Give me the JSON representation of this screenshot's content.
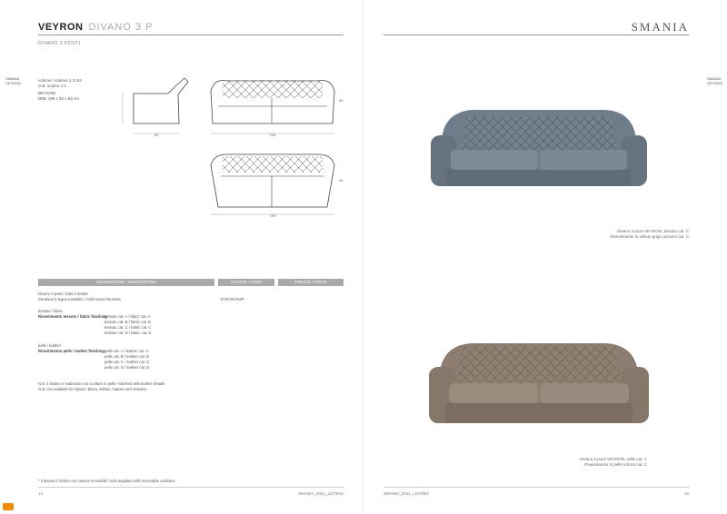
{
  "left": {
    "title": "VEYRON",
    "title_suffix": "DIVANO 3 P",
    "subtitle": "DIVANO 3 POSTI",
    "side_label": [
      "SMANIA",
      "VEYRON"
    ],
    "spec_lines": [
      "volume / volume 1.2 m3",
      "cod. ricamo V.1",
      "BEYOND",
      "DIM. 199 x 93 x 83 cm"
    ],
    "dims": {
      "depth": "93",
      "width": "199",
      "height": "83"
    },
    "table": {
      "headers": [
        "DESCRIZIONE / DESCRIPTION",
        "CODICE / CODE",
        "PREZZO / PRICE"
      ],
      "rows": [
        {
          "label": "Divano 3 posti / Sofa 3 seater",
          "desc": "Struttura in legno massello / Solid wood structure",
          "code": "DVEYRON3P"
        },
        {
          "label": "tessuto / fabric",
          "desc": "Rivestimento tessuto / fabric finishing",
          "code": ""
        },
        {
          "label": "pelle / leather",
          "desc": "Rivestimento pelle / leather finishing",
          "code": ""
        }
      ],
      "fabric_items": [
        "tessuto cat. A / fabric cat. A",
        "tessuto cat. B / fabric cat. B",
        "tessuto cat. C / fabric cat. C",
        "tessuto cat. D / fabric cat. D"
      ],
      "leather_items": [
        "pelle cat. A / leather cat. A",
        "pelle cat. B / leather cat. B",
        "pelle cat. C / leather cat. C",
        "pelle cat. D / leather cat. D"
      ],
      "note1": "N.B. il divano è realizzato con cuciture in pelle / stitched with leather details",
      "note2": "N.B. not available for fabrics: Brera, Milano, Natura and Venezia"
    },
    "footnote": "* Il divano è fornito con cuscini removibili / sofa supplied with removable cushions",
    "footer_left": "14",
    "footer_right": "SMANIA_2021_LISTINO"
  },
  "right": {
    "logo": "SMANIA",
    "side_label": [
      "SMANIA",
      "VEYRON"
    ],
    "caption1": [
      "Divano 3 posti VEYRON, tessuto cat. C",
      "Rivestimento in velluto grigio azzurro cat. C"
    ],
    "caption2": [
      "Divano 3 posti VEYRON, pelle cat. C",
      "Rivestimento in pelle tortora cat. C"
    ],
    "footer_left": "SMANIA_2021_LISTINO",
    "footer_right": "15"
  }
}
